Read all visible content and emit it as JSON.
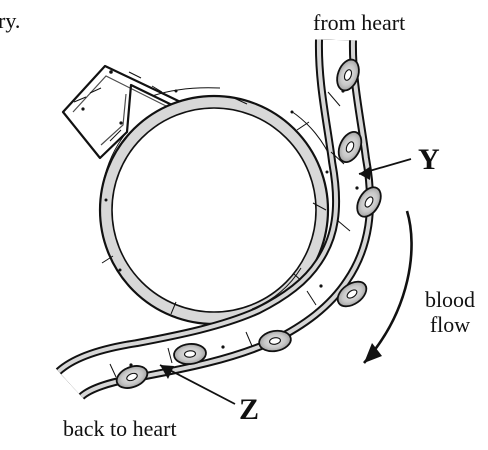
{
  "labels": {
    "fragment_text": "ry.",
    "from_heart": "from heart",
    "y": "Y",
    "blood_flow_line1": "blood",
    "blood_flow_line2": "flow",
    "z": "Z",
    "back_to_heart": "back to heart"
  },
  "colors": {
    "ink": "#111111",
    "wall_gray": "#d6d6d6",
    "cell_fill": "#8f8f8f",
    "cell_light": "#e7e7e7",
    "background": "#ffffff"
  }
}
